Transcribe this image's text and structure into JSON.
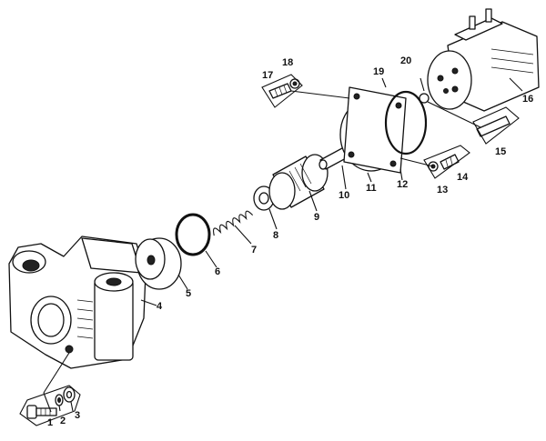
{
  "diagram": {
    "callouts": [
      {
        "id": "callout-1",
        "text": "1"
      },
      {
        "id": "callout-2",
        "text": "2"
      },
      {
        "id": "callout-3",
        "text": "3"
      },
      {
        "id": "callout-4",
        "text": "4"
      },
      {
        "id": "callout-5",
        "text": "5"
      },
      {
        "id": "callout-6",
        "text": "6"
      },
      {
        "id": "callout-7",
        "text": "7"
      },
      {
        "id": "callout-8",
        "text": "8"
      },
      {
        "id": "callout-9",
        "text": "9"
      },
      {
        "id": "callout-10",
        "text": "10"
      },
      {
        "id": "callout-11",
        "text": "11"
      },
      {
        "id": "callout-12",
        "text": "12"
      },
      {
        "id": "callout-13",
        "text": "13"
      },
      {
        "id": "callout-14",
        "text": "14"
      },
      {
        "id": "callout-15",
        "text": "15"
      },
      {
        "id": "callout-16",
        "text": "16"
      },
      {
        "id": "callout-17",
        "text": "17"
      },
      {
        "id": "callout-18",
        "text": "18"
      },
      {
        "id": "callout-19",
        "text": "19"
      },
      {
        "id": "callout-20",
        "text": "20"
      }
    ]
  }
}
